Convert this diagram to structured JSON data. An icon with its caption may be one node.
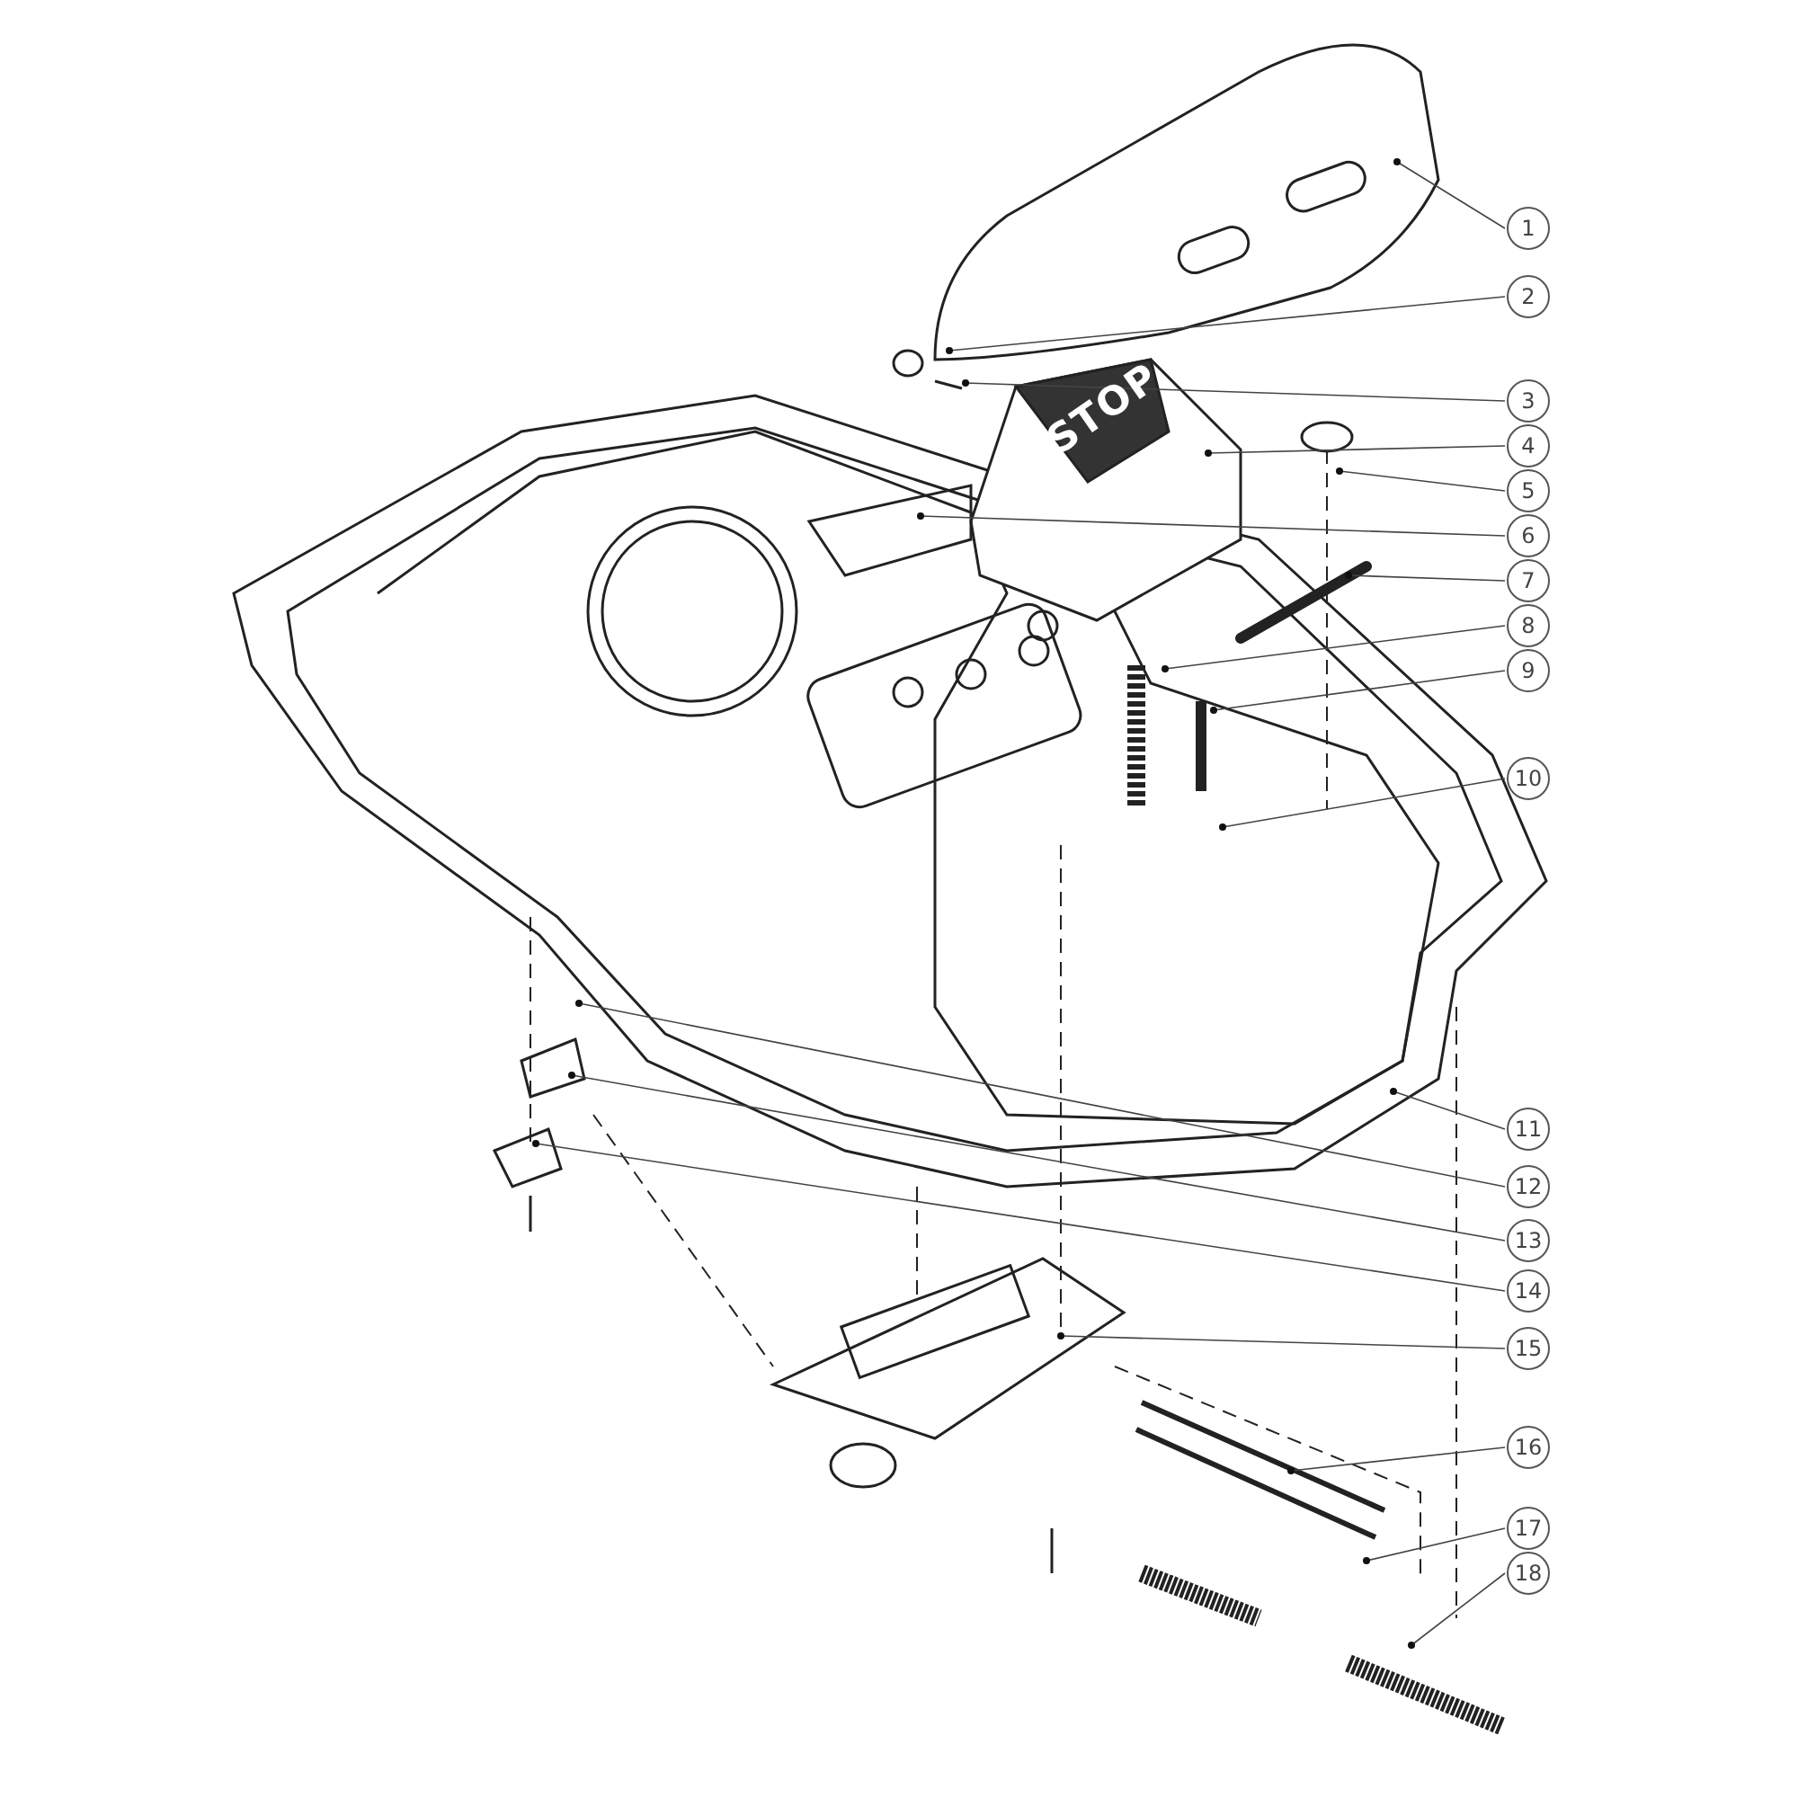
{
  "diagram": {
    "nodes": [
      {
        "text": [
          "1"
        ]
      },
      {
        "text": [
          "2"
        ]
      },
      {
        "text": [
          "3"
        ]
      },
      {
        "text": [
          "4"
        ]
      },
      {
        "text": [
          "5"
        ]
      },
      {
        "text": [
          "6"
        ]
      },
      {
        "text": [
          "7"
        ]
      },
      {
        "text": [
          "8"
        ]
      },
      {
        "text": [
          "9"
        ]
      },
      {
        "text": [
          "10"
        ]
      },
      {
        "text": [
          "11"
        ]
      },
      {
        "text": [
          "12"
        ]
      },
      {
        "text": [
          "13"
        ]
      },
      {
        "text": [
          "14"
        ]
      },
      {
        "text": [
          "15"
        ]
      },
      {
        "text": [
          "16"
        ]
      },
      {
        "text": [
          "17"
        ]
      },
      {
        "text": [
          "18"
        ]
      }
    ],
    "edges": [
      {
        "from": 0,
        "to": null,
        "arrow": "other"
      },
      {
        "from": 1,
        "to": null,
        "arrow": "other"
      },
      {
        "from": 2,
        "to": null,
        "arrow": "other"
      },
      {
        "from": 3,
        "to": null,
        "arrow": "other"
      },
      {
        "from": 4,
        "to": null,
        "arrow": "other"
      },
      {
        "from": 5,
        "to": null,
        "arrow": "other"
      },
      {
        "from": 6,
        "to": null,
        "arrow": "other"
      },
      {
        "from": 7,
        "to": null,
        "arrow": "other"
      },
      {
        "from": 8,
        "to": null,
        "arrow": "other"
      },
      {
        "from": 9,
        "to": null,
        "arrow": "other"
      },
      {
        "from": 10,
        "to": null,
        "arrow": "other"
      },
      {
        "from": 11,
        "to": null,
        "arrow": "other"
      },
      {
        "from": 12,
        "to": null,
        "arrow": "other"
      },
      {
        "from": 13,
        "to": null,
        "arrow": "other"
      },
      {
        "from": 14,
        "to": null,
        "arrow": "other"
      },
      {
        "from": 15,
        "to": null,
        "arrow": "other"
      },
      {
        "from": 16,
        "to": null,
        "arrow": "other"
      },
      {
        "from": 17,
        "to": null,
        "arrow": "other"
      }
    ],
    "labels": [
      "STOP"
    ]
  }
}
